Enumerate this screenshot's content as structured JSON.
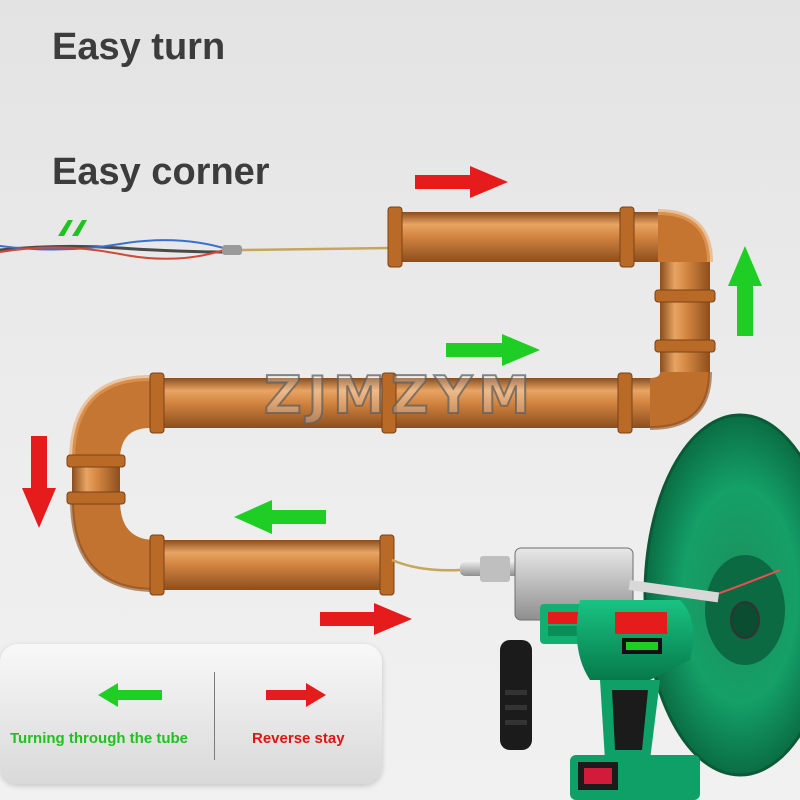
{
  "titles": {
    "line1": "Easy turn",
    "line2": "Easy corner"
  },
  "watermark": "ZJMZYM",
  "legend": {
    "left_label": "Turning through the tube",
    "right_label": "Reverse stay"
  },
  "colors": {
    "forward_arrow": "#1fce24",
    "reverse_arrow": "#e61b1b",
    "pipe": "#c9762f",
    "drill_green": "#0ea56a",
    "reel_green": "#14a067"
  },
  "icons": {
    "forward": "arrow-right-green-icon",
    "reverse": "arrow-right-red-icon",
    "up": "arrow-up-green-icon",
    "down": "arrow-down-red-icon",
    "left": "arrow-left-green-icon"
  }
}
